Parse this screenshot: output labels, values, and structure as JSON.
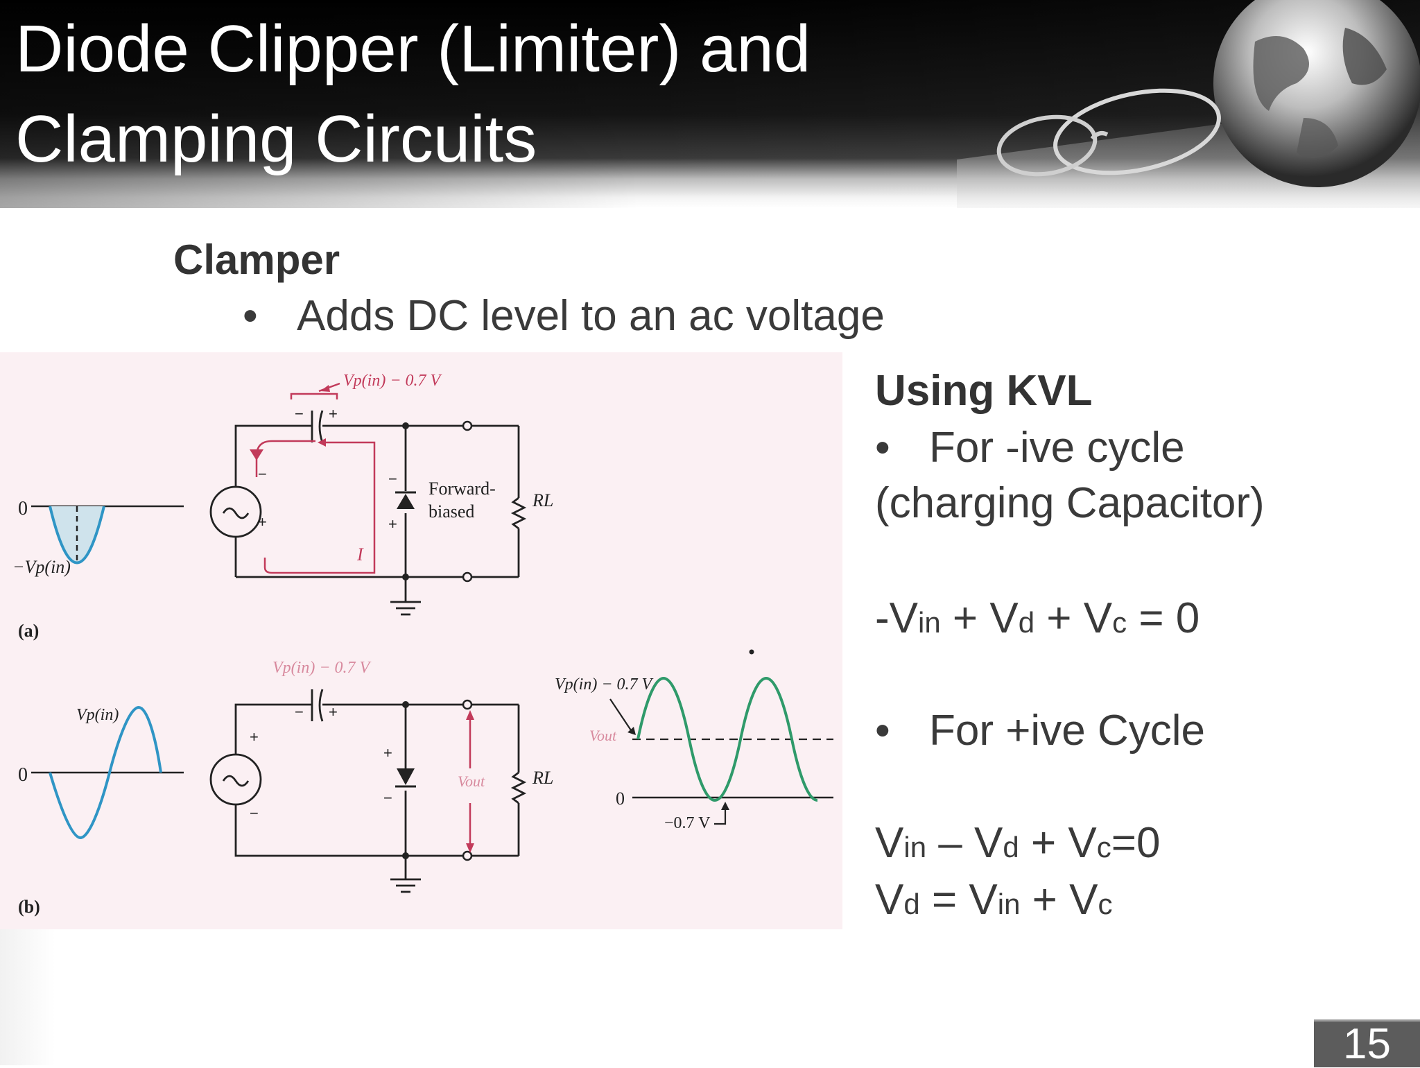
{
  "title": {
    "line1": "Diode Clipper (Limiter) and",
    "line2": "Clamping Circuits"
  },
  "section_heading": "Clamper",
  "bullet": {
    "marker": "•",
    "text": "Adds DC level to an ac voltage"
  },
  "figure": {
    "a": {
      "label": "(a)",
      "cap_annotation": "Vp(in) − 0.7 V",
      "diode_label_1": "Forward-",
      "diode_label_2": "biased",
      "load": "RL",
      "current": "I",
      "zero": "0",
      "neg_peak": "−Vp(in)"
    },
    "b": {
      "label": "(b)",
      "cap_annotation": "Vp(in) − 0.7 V",
      "load": "RL",
      "vout": "Vout",
      "zero": "0",
      "peak": "Vp(in)",
      "out_level": "Vp(in) − 0.7 V",
      "out_vout": "Vout",
      "out_zero": "0",
      "out_min": "−0.7 V"
    },
    "colors": {
      "wave_in": "#2f95c5",
      "wave_out": "#2f9a6a",
      "annotation": "#c23a5a",
      "wire": "#222222"
    }
  },
  "kvl": {
    "heading": "Using KVL",
    "neg_bullet": "For -ive cycle",
    "neg_paren": "(charging Capacitor)",
    "eq1": {
      "a": "-V",
      "a_sub": "in",
      "b": " + V",
      "b_sub": "d",
      "c": " + V",
      "c_sub": "c",
      "tail": " = 0"
    },
    "pos_bullet": "For +ive Cycle",
    "eq2": {
      "a": "V",
      "a_sub": "in",
      "b": " – V",
      "b_sub": "d",
      "c": " + V",
      "c_sub": "c",
      "tail": "=0"
    },
    "eq3": {
      "a": "V",
      "a_sub": "d",
      "b": " = V",
      "b_sub": "in",
      "c": " + V",
      "c_sub": "c"
    }
  },
  "page_number": "15"
}
